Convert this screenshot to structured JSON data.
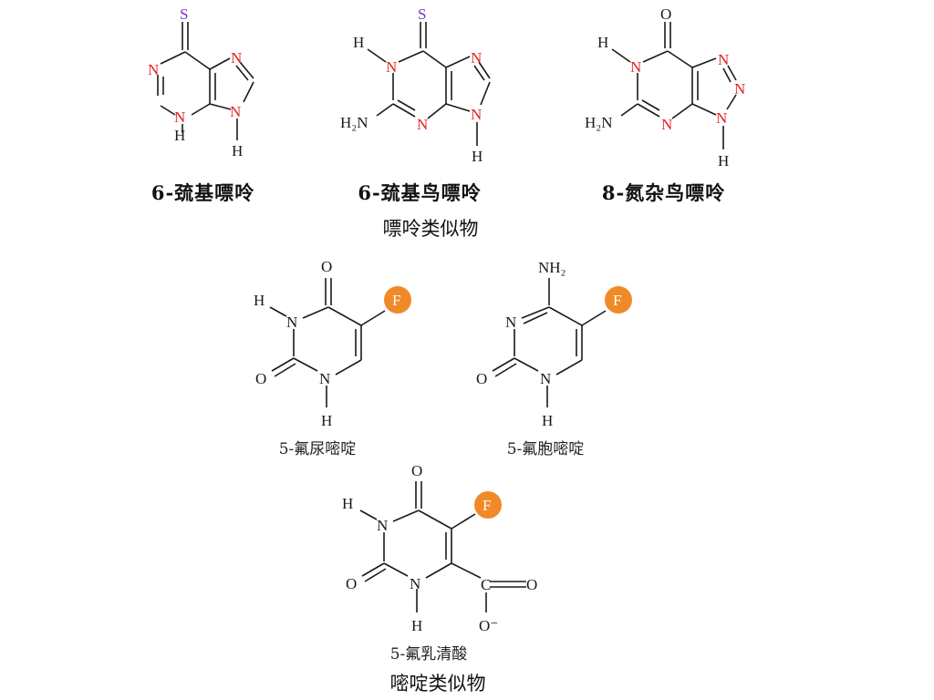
{
  "purine_analogs": {
    "group_title": "嘌呤类似物",
    "molecules": [
      {
        "name": "6-巯基嘌呤",
        "atoms": {
          "s": "S",
          "n1": "N",
          "n7": "N",
          "n9": "N",
          "n3": "N",
          "h3": "H",
          "h9": "H"
        }
      },
      {
        "name": "6-巯基鸟嘌呤",
        "atoms": {
          "s": "S",
          "h1": "H",
          "n1": "N",
          "n7": "N",
          "nh2": "H₂N",
          "n3": "N",
          "n9": "N",
          "h9": "H"
        }
      },
      {
        "name": "8-氮杂鸟嘌呤",
        "atoms": {
          "o": "O",
          "h1": "H",
          "n1": "N",
          "n7": "N",
          "n8": "N",
          "nh2": "H₂N",
          "n3": "N",
          "n9": "N",
          "h9": "H"
        }
      }
    ]
  },
  "pyrimidine_analogs": {
    "group_title": "嘧啶类似物",
    "molecules": [
      {
        "name": "5-氟尿嘧啶",
        "atoms": {
          "o4": "O",
          "h3": "H",
          "n3": "N",
          "f": "F",
          "o2": "O",
          "n1": "N",
          "h1": "H"
        }
      },
      {
        "name": "5-氟胞嘧啶",
        "atoms": {
          "nh2": "NH₂",
          "n3": "N",
          "f": "F",
          "o2": "O",
          "n1": "N",
          "h1": "H"
        }
      },
      {
        "name": "5-氟乳清酸",
        "atoms": {
          "o4": "O",
          "h3": "H",
          "n3": "N",
          "f": "F",
          "o2": "O",
          "n1": "N",
          "c": "C",
          "o_dbl": "O",
          "o_minus": "O⁻",
          "h1": "H"
        }
      }
    ]
  },
  "colors": {
    "sulfur": "#7b2fd6",
    "nitrogen_red": "#e8201f",
    "fluorine_badge": "#f08a28",
    "bond": "#1a1a1a"
  }
}
